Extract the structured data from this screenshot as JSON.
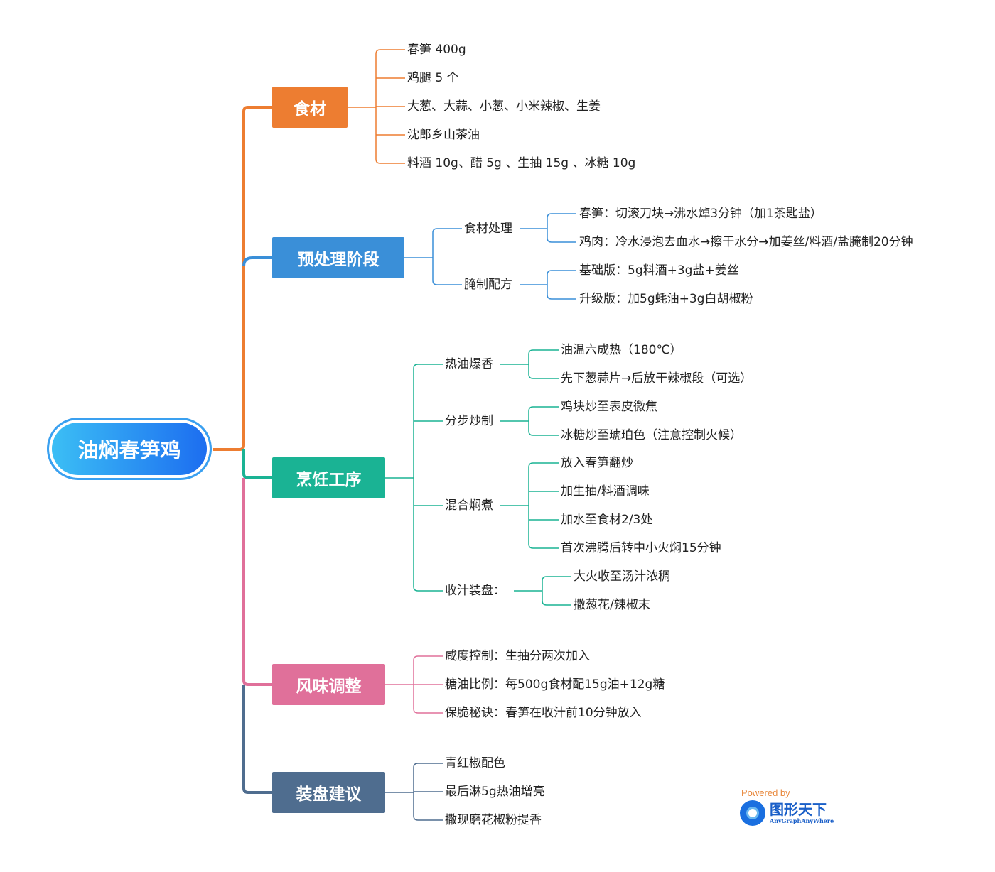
{
  "root": "油焖春笋鸡",
  "colors": {
    "ingredients": "#ED7D31",
    "prep": "#3A8FD8",
    "cooking": "#1AB394",
    "flavor": "#E0709A",
    "plating": "#4F6D8F"
  },
  "branches": {
    "ingredients": {
      "label": "食材",
      "items": [
        "春笋 400g",
        "鸡腿 5 个",
        "大葱、大蒜、小葱、小米辣椒、生姜",
        "沈郎乡山茶油",
        "料酒 10g、醋 5g 、生抽 15g 、冰糖 10g"
      ]
    },
    "prep": {
      "label": "预处理阶段",
      "groups": [
        {
          "label": "食材处理",
          "items": [
            "春笋：切滚刀块→沸水焯3分钟（加1茶匙盐）",
            "鸡肉：冷水浸泡去血水→擦干水分→加姜丝/料酒/盐腌制20分钟"
          ]
        },
        {
          "label": "腌制配方",
          "items": [
            "基础版：5g料酒+3g盐+姜丝",
            "升级版：加5g蚝油+3g白胡椒粉"
          ]
        }
      ]
    },
    "cooking": {
      "label": "烹饪工序",
      "groups": [
        {
          "label": "热油爆香",
          "items": [
            "油温六成热（180℃）",
            "先下葱蒜片→后放干辣椒段（可选）"
          ]
        },
        {
          "label": "分步炒制",
          "items": [
            "鸡块炒至表皮微焦",
            "冰糖炒至琥珀色（注意控制火候）"
          ]
        },
        {
          "label": "混合焖煮",
          "items": [
            "放入春笋翻炒",
            "加生抽/料酒调味",
            "加水至食材2/3处",
            "首次沸腾后转中小火焖15分钟"
          ]
        },
        {
          "label": "收汁装盘：",
          "items": [
            "大火收至汤汁浓稠",
            "撒葱花/辣椒末"
          ]
        }
      ]
    },
    "flavor": {
      "label": "风味调整",
      "items": [
        "咸度控制：生抽分两次加入",
        "糖油比例：每500g食材配15g油+12g糖",
        "保脆秘诀：春笋在收汁前10分钟放入"
      ]
    },
    "plating": {
      "label": "装盘建议",
      "items": [
        "青红椒配色",
        "最后淋5g热油增亮",
        "撒现磨花椒粉提香"
      ]
    }
  },
  "footer": {
    "powered": "Powered by",
    "brand": "图形天下",
    "brand_sub": "AnyGraphAnyWhere"
  }
}
